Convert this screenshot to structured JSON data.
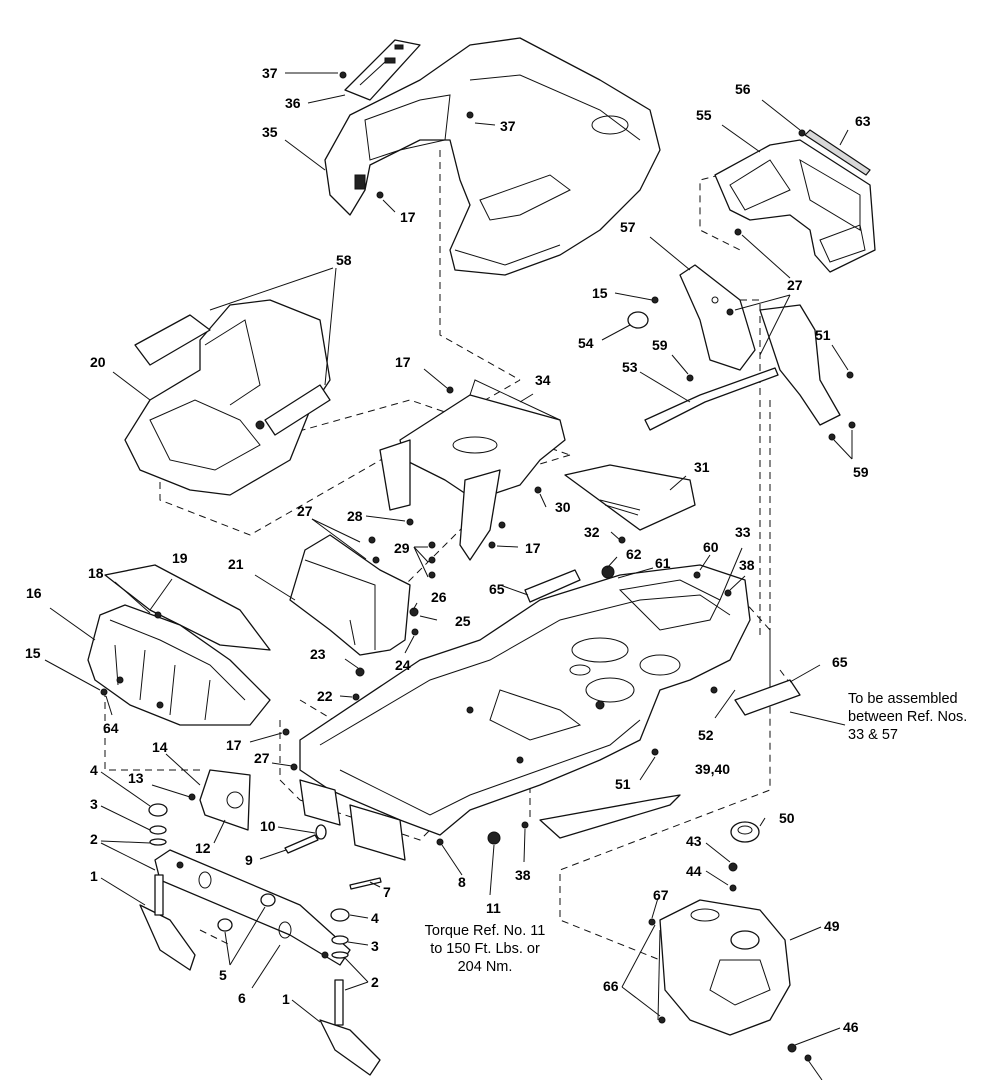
{
  "callouts": [
    {
      "id": "c1a",
      "text": "1"
    },
    {
      "id": "c1b",
      "text": "1"
    },
    {
      "id": "c2a",
      "text": "2"
    },
    {
      "id": "c2b",
      "text": "2"
    },
    {
      "id": "c3a",
      "text": "3"
    },
    {
      "id": "c3b",
      "text": "3"
    },
    {
      "id": "c4a",
      "text": "4"
    },
    {
      "id": "c4b",
      "text": "4"
    },
    {
      "id": "c5",
      "text": "5"
    },
    {
      "id": "c6",
      "text": "6"
    },
    {
      "id": "c7",
      "text": "7"
    },
    {
      "id": "c8",
      "text": "8"
    },
    {
      "id": "c9",
      "text": "9"
    },
    {
      "id": "c10",
      "text": "10"
    },
    {
      "id": "c11",
      "text": "11"
    },
    {
      "id": "c12",
      "text": "12"
    },
    {
      "id": "c13",
      "text": "13"
    },
    {
      "id": "c14",
      "text": "14"
    },
    {
      "id": "c15a",
      "text": "15"
    },
    {
      "id": "c15b",
      "text": "15"
    },
    {
      "id": "c16",
      "text": "16"
    },
    {
      "id": "c17a",
      "text": "17"
    },
    {
      "id": "c17b",
      "text": "17"
    },
    {
      "id": "c17c",
      "text": "17"
    },
    {
      "id": "c17d",
      "text": "17"
    },
    {
      "id": "c18",
      "text": "18"
    },
    {
      "id": "c19",
      "text": "19"
    },
    {
      "id": "c20",
      "text": "20"
    },
    {
      "id": "c21",
      "text": "21"
    },
    {
      "id": "c22",
      "text": "22"
    },
    {
      "id": "c23",
      "text": "23"
    },
    {
      "id": "c24",
      "text": "24"
    },
    {
      "id": "c25",
      "text": "25"
    },
    {
      "id": "c26",
      "text": "26"
    },
    {
      "id": "c27a",
      "text": "27"
    },
    {
      "id": "c27b",
      "text": "27"
    },
    {
      "id": "c27c",
      "text": "27"
    },
    {
      "id": "c28",
      "text": "28"
    },
    {
      "id": "c29",
      "text": "29"
    },
    {
      "id": "c30",
      "text": "30"
    },
    {
      "id": "c31",
      "text": "31"
    },
    {
      "id": "c32",
      "text": "32"
    },
    {
      "id": "c33",
      "text": "33"
    },
    {
      "id": "c34",
      "text": "34"
    },
    {
      "id": "c35",
      "text": "35"
    },
    {
      "id": "c36",
      "text": "36"
    },
    {
      "id": "c37a",
      "text": "37"
    },
    {
      "id": "c37b",
      "text": "37"
    },
    {
      "id": "c38a",
      "text": "38"
    },
    {
      "id": "c38b",
      "text": "38"
    },
    {
      "id": "c3940",
      "text": "39,40"
    },
    {
      "id": "c43",
      "text": "43"
    },
    {
      "id": "c44",
      "text": "44"
    },
    {
      "id": "c46",
      "text": "46"
    },
    {
      "id": "c49",
      "text": "49"
    },
    {
      "id": "c50",
      "text": "50"
    },
    {
      "id": "c51a",
      "text": "51"
    },
    {
      "id": "c51b",
      "text": "51"
    },
    {
      "id": "c52",
      "text": "52"
    },
    {
      "id": "c53",
      "text": "53"
    },
    {
      "id": "c54",
      "text": "54"
    },
    {
      "id": "c55",
      "text": "55"
    },
    {
      "id": "c56",
      "text": "56"
    },
    {
      "id": "c57",
      "text": "57"
    },
    {
      "id": "c58",
      "text": "58"
    },
    {
      "id": "c59a",
      "text": "59"
    },
    {
      "id": "c59b",
      "text": "59"
    },
    {
      "id": "c60",
      "text": "60"
    },
    {
      "id": "c61",
      "text": "61"
    },
    {
      "id": "c62",
      "text": "62"
    },
    {
      "id": "c63",
      "text": "63"
    },
    {
      "id": "c64",
      "text": "64"
    },
    {
      "id": "c65a",
      "text": "65"
    },
    {
      "id": "c65b",
      "text": "65"
    },
    {
      "id": "c66",
      "text": "66"
    },
    {
      "id": "c67",
      "text": "67"
    }
  ],
  "notes": {
    "assembly": [
      "To be assembled",
      "between Ref. Nos.",
      "33 & 57"
    ],
    "torque": [
      "Torque Ref. No. 11",
      "to 150 Ft. Lbs. or",
      "204 Nm."
    ]
  }
}
